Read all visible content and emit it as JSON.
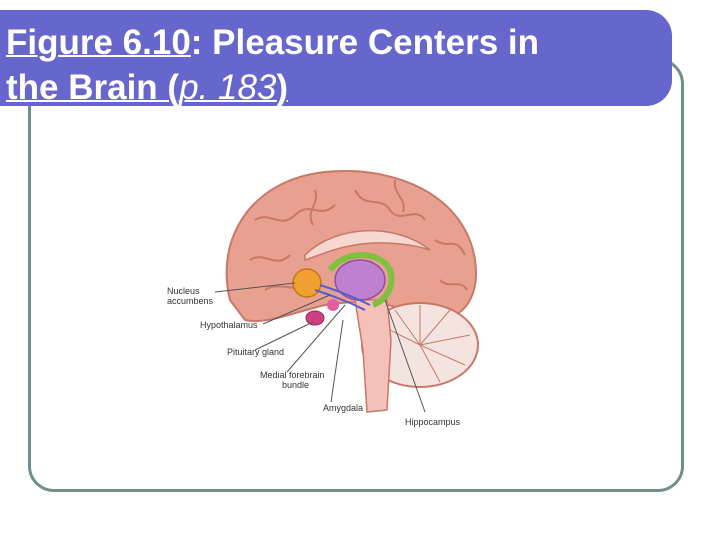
{
  "slide": {
    "title_fig": "Figure 6.10",
    "title_colon": ": Pleasure Centers in",
    "title_line2_start": "the Brain (",
    "title_page": "p. 183",
    "title_end": ")"
  },
  "figure": {
    "labels": {
      "nucleus_1": "Nucleus",
      "nucleus_2": "accumbens",
      "hypothalamus": "Hypothalamus",
      "pituitary": "Pituitary gland",
      "mfb_1": "Medial forebrain",
      "mfb_2": "bundle",
      "amygdala": "Amygdala",
      "hippocampus": "Hippocampus"
    }
  },
  "colors": {
    "title_bar": "#6666cc",
    "frame_border": "#6f8e8c",
    "brain": "#e8a090",
    "brain_dark": "#c97868",
    "nucleus": "#f0a030",
    "hypothalamus": "#b070c0",
    "hippocampus_ring": "#80c040",
    "pituitary": "#d04080",
    "brainstem": "#f4c0b8"
  }
}
